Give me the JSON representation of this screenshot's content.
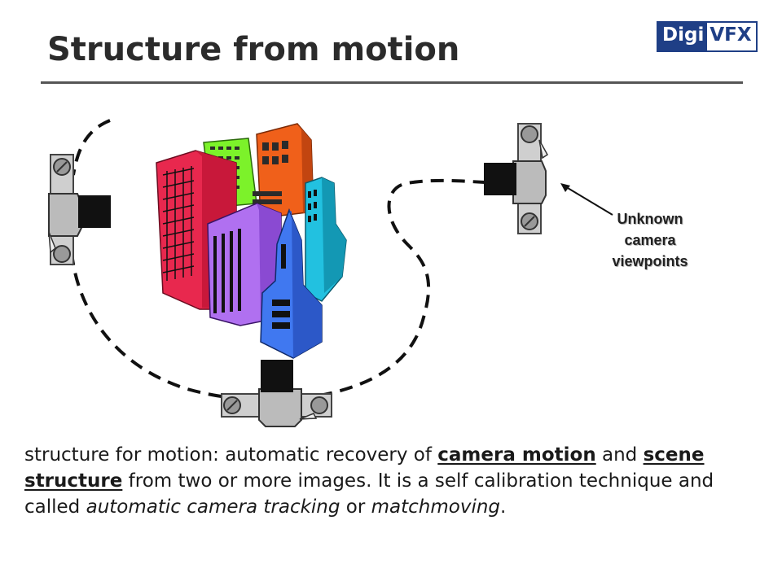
{
  "slide": {
    "title": "Structure from motion",
    "logo": {
      "part1": "Digi",
      "part2": "VFX"
    }
  },
  "figure": {
    "annotation_lines": [
      "Unknown",
      "camera",
      "viewpoints"
    ]
  },
  "body": {
    "t1": "structure for motion: automatic recovery of ",
    "t2": "camera motion",
    "t3": " and ",
    "t4": "scene structure",
    "t5": " from two or more images. It is a self calibration technique and called ",
    "t6": "automatic camera tracking",
    "t7": " or ",
    "t8": "matchmoving",
    "t9": "."
  },
  "colors": {
    "accent": "#1f3f86",
    "rule": "#555555"
  }
}
